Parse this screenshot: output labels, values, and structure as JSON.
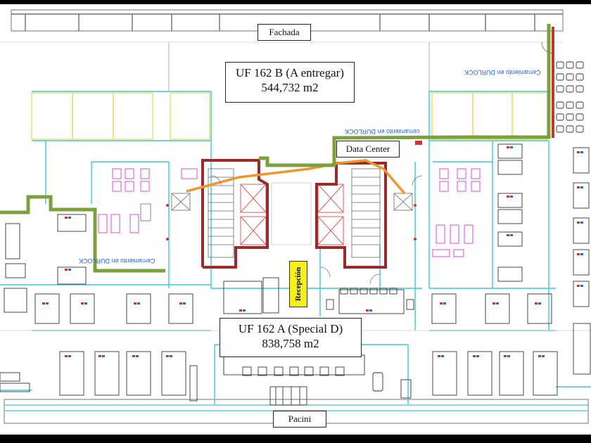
{
  "labels": {
    "fachada": "Fachada",
    "uf_b_title": "UF 162 B (A entregar)",
    "uf_b_area": "544,732 m2",
    "data_center": "Data Center",
    "recepcion": "Recepción",
    "uf_a_title": "UF 162 A (Special D)",
    "uf_a_area": "838,758 m2",
    "pacini": "Pacini"
  },
  "annotations": {
    "durlock_top_right": "Cerramiento en DURLOCK",
    "durlock_center": "cerramiento en DURLOCK",
    "durlock_left": "Cerramiento en DURLOCK"
  },
  "colors": {
    "boundary_green": "#7ca13c",
    "core_red": "#9b2a2a",
    "orange_line": "#f0962c",
    "wall_cyan": "#3cc8d8",
    "wall_yellow": "#e8e37a",
    "furniture_magenta": "#d64fd6",
    "reception_yellow": "#f5ef1c"
  }
}
